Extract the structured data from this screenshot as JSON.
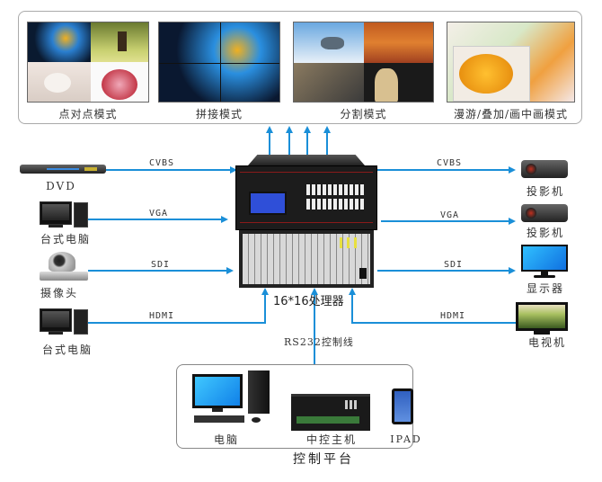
{
  "display_modes": [
    {
      "label": "点对点模式"
    },
    {
      "label": "拼接模式"
    },
    {
      "label": "分割模式"
    },
    {
      "label": "漫游/叠加/画中画模式"
    }
  ],
  "inputs": [
    {
      "device": "DVD",
      "signal": "CVBS"
    },
    {
      "device": "台式电脑",
      "signal": "VGA"
    },
    {
      "device": "摄像头",
      "signal": "SDI"
    },
    {
      "device": "台式电脑",
      "signal": "HDMI"
    }
  ],
  "outputs": [
    {
      "device": "投影机",
      "signal": "CVBS"
    },
    {
      "device": "投影机",
      "signal": "VGA"
    },
    {
      "device": "显示器",
      "signal": "SDI"
    },
    {
      "device": "电视机",
      "signal": "HDMI"
    }
  ],
  "processor": {
    "label": "16*16处理器"
  },
  "control_line": {
    "label": "RS232控制线"
  },
  "control_platform": {
    "title": "控制平台",
    "devices": [
      {
        "label": "电脑"
      },
      {
        "label": "中控主机"
      },
      {
        "label": "IPAD"
      }
    ]
  },
  "colors": {
    "line": "#1a8fd8",
    "device_dark": "#1c1c1c",
    "lcd": "#2f4fd8"
  }
}
